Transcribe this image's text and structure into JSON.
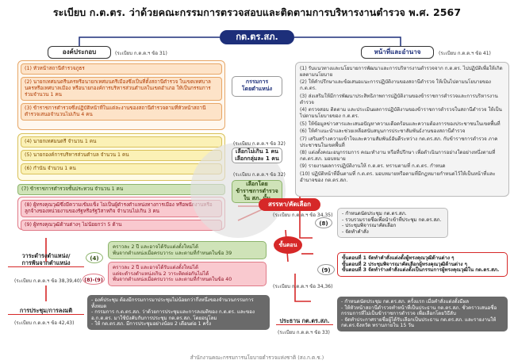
{
  "title": "ระเบียบ ก.ต.ตร. ว่าด้วยคณะกรรมการตรวจสอบและติดตามการบริหารงานตำรวจ พ.ศ. 2567",
  "hub": "กต.ตร.สภ.",
  "composition": {
    "header": "องค์ประกอบ",
    "ref": "(ระเบียบ ก.ต.ต.ฯ ข้อ 31)",
    "items": [
      "(1) หัวหน้าสถานีตำรวจภูธร",
      "(2) นายกเทศมนตรีนครหรือนายกเทศมนตรีเมืองซึ่งเป็นที่ตั้งสถานีตำรวจ ในเขตเทศบาลนครหรือเทศบาลเมือง หรือนายกองค์การบริหารส่วนตำบลในเขตอำเภอ ให้เป็นกรรมการร่วมจำนวน 1 คน",
      "(3) ข้าราชการตำรวจซึ่งปฏิบัติหน้าที่ในแต่ละงานของสถานีตำรวจตามที่หัวหน้าสถานีตำรวจเสนอจำนวนไม่เกิน 4 คน",
      "(4) นายกเทศมนตรี จำนวน 1 คน",
      "(5) นายกองค์การบริหารส่วนตำบล จำนวน 1 คน",
      "(6) กำนัน จำนวน 1 คน",
      "(7) ข้าราชการตำรวจชั้นประทวน จำนวน 1 คน",
      "(8) ผู้ทรงคุณวุฒิซึ่งมีความเข้มแข็ง ไม่เป็นผู้ดำรงตำแหน่งทางการเมือง หรือพนักงานหรือลูกจ้างของหน่วยงานของรัฐหรือรัฐวิสาหกิจ จำนวนไม่เกิน 3 คน",
      "(9) ผู้ทรงคุณวุฒิด้านต่างๆ ไม่น้อยกว่า 5 ด้าน"
    ]
  },
  "committee_label": "กรรมการ\nโดยตำแหน่ง",
  "vote_label": "เลือกไม่เกิน 1 คน\nเลือกกลุ่มละ 1 คน",
  "vote_ref": "(ระเบียบ ก.ต.ต.ฯ ข้อ 32)",
  "choose_label": "เลือกโดย\nข้าราชการตำรวจ\nใน สภ. นั้น",
  "choose_ref": "(ระเบียบ ก.ต.ต.ฯ ข้อ 32)",
  "recruit_label": "สรรหา/คัดเลือก",
  "duties": {
    "header": "หน้าที่และอำนาจ",
    "ref": "(ระเบียบ ก.ต.ต.ฯ ข้อ 41)",
    "items": [
      "(1) รับแนวทางและนโยบายการพัฒนาและการบริหารงานตำรวจจาก ก.ต.ตร. ไปปฏิบัติเพื่อให้เกิดผลตามนโยบาย",
      "(2) ให้คำปรึกษาและข้อเสนอแนะการปฏิบัติงานของสถานีตำรวจ ให้เป็นไปตามนโยบายของ ก.ต.ตร.",
      "(3) ส่งเสริมให้มีการพัฒนาประสิทธิภาพการปฏิบัติงานของข้าราชการตำรวจและการบริหารงานตำรวจ",
      "(4) ตรวจสอบ ติดตาม และประเมินผลการปฏิบัติงานของข้าราชการตำรวจในสถานีตำรวจ ให้เป็นไปตามนโยบายของ ก.ต.ตร.",
      "(5) ให้ข้อมูลข่าวสารและเสนอปัญหาความเดือดร้อนและความต้องการของประชาชนในเขตพื้นที่",
      "(6) ให้คำแนะนำและช่วยเหลือสนับสนุนการประชาสัมพันธ์งานของสถานีตำรวจ",
      "(7) เสริมสร้างความเข้าใจและความสัมพันธ์อันดีระหว่าง กต.ตร.สภ. กับข้าราชการตำรวจ ภาคประชาชนในเขตพื้นที่",
      "(8) แต่งตั้งคณะอนุกรรมการ คณะทำงาน หรือที่ปรึกษา เพื่อดำเนินการอย่างใดอย่างหนึ่งตามที่ กต.ตร.สภ. มอบหมาย",
      "(9) รายงานผลการปฏิบัติงานให้ ก.ต.ตร. ทราบตามที่ ก.ต.ตร. กำหนด",
      "(10) ปฏิบัติหน้าที่อื่นตามที่ ก.ต.ตร. มอบหมายหรือตามที่มีกฎหมายกำหนดไว้ให้เป็นหน้าที่และอำนาจของ กต.ตร.สภ."
    ]
  },
  "recruit8": {
    "num": "(8)",
    "ref": "(ระเบียบ ก.ต.ต.ฯ ข้อ 34,35)",
    "items": [
      "- กำหนดนัดประชุม กต.ตร.สภ.",
      "- รวบรวมรายชื่อเพื่อนำเข้าที่ประชุม กต.ตร.สภ.",
      "- ประชุมพิจารณาคัดเลือก",
      "- จัดทำคำสั่ง"
    ]
  },
  "steps_label": "ขั้นตอน",
  "recruit9": {
    "num": "(9)",
    "ref": "(ระเบียบ ก.ต.ต.ฯ ข้อ 34,36)",
    "items": [
      "ขั้นตอนที่ 1 จัดทำคำสั่งแต่งตั้งผู้ทรงคุณวุฒิด้านต่าง ๆ",
      "ขั้นตอนที่ 2 ประชุมพิจารณาคัดเลือกผู้ทรงคุณวุฒิด้านต่าง ๆ",
      "ขั้นตอนที่ 3 จัดทำร่างคำสั่งแต่งตั้งเป็นกรรมการผู้ทรงคุณวุฒิใน กต.ตร.สภ."
    ]
  },
  "term": {
    "label": "วาระดำรงตำแหน่ง/\nการพ้นจากตำแหน่ง",
    "ref": "(ระเบียบ ก.ต.ต.ฯ ข้อ 38,39,40)",
    "a_num": "(4)",
    "a_text": "คราวละ 2 ปี และอาจได้รับแต่งตั้งใหม่ได้\nพ้นจากตำแหน่งเมื่อครบวาระ และตามที่กำหนดในข้อ 39",
    "b_num": "(8)-(9)",
    "b_text": "คราวละ 2 ปี และอาจได้รับแต่งตั้งใหม่ได้\nแต่จะดำรงตำแหน่งเกิน 2 วาระติดต่อกันไม่ได้\nพ้นจากตำแหน่งเมื่อครบวาระ และตามที่กำหนดในข้อ 40"
  },
  "meeting": {
    "label": "การประชุม/การลงมติ",
    "ref": "(ระเบียบ ก.ต.ต.ฯ ข้อ 42,43)",
    "items": [
      "- องค์ประชุม ต้องมีกรรมการมาประชุมไม่น้อยกว่ากึ่งหนึ่งของจำนวนกรรมการทั้งหมด",
      "- กรรมการ ก.ต.ตร.สภ. ว่าด้วยการประชุมและการลงมติของ ก.ต.ตร. และของ อ.ก.ต.ตร. มาใช้บังคับกับการประชุม กต.ตร.สภ. โดยอนุโลม",
      "- ให้ กต.ตร.สภ. มีการประชุมอย่างน้อย 2 เดือนต่อ 1 ครั้ง"
    ]
  },
  "chair": {
    "label": "ประธาน กต.ตร.สภ.",
    "ref": "(ระเบียบ ก.ต.ต.ฯ ข้อ 33)",
    "items": [
      "- กำหนดนัดประชุม กต.ตร.สภ. ครั้งแรก เมื่อคำสั่งแต่งตั้งมีผล",
      "- ให้หัวหน้าสถานีตำรวจทำหน้าที่เป็นประธาน กต.ตร.สภ. ชั่วคราวเสนอชื่อกรรมการที่ไม่เป็นข้าราชการตำรวจ เพื่อเลือกโดยวิธีลับ",
      "- จัดทำประกาศรายชื่อผู้ได้รับเลือกเป็นประธาน กต.ตร.สภ. และรายงานให้ กต.ตร.จังหวัด ทราบภายใน 15 วัน"
    ]
  },
  "footer": "สำนักงานคณะกรรมการนโยบายตำรวจแห่งชาติ (สง.ก.ต.ช.)",
  "colors": {
    "navy": "#1d2f7a",
    "red": "#d62828",
    "orange": "#e7a768",
    "pink": "#e07a88"
  }
}
